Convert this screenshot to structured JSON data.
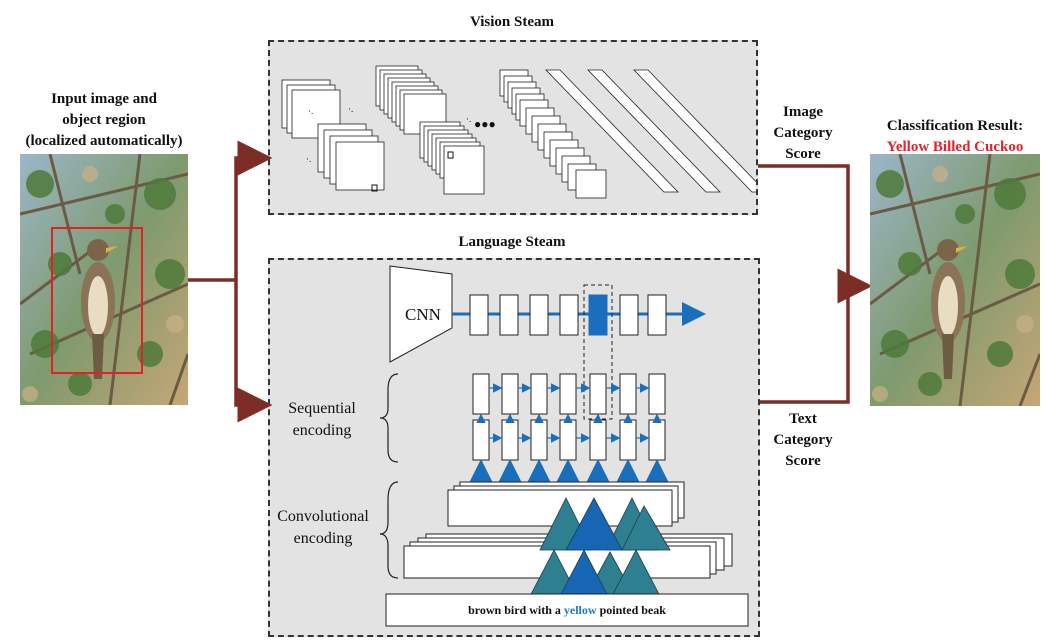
{
  "input": {
    "title_lines": [
      "Input image and",
      "object  region",
      "(localized automatically)"
    ]
  },
  "vision": {
    "title": "Vision Steam",
    "ellipsis": "●●●"
  },
  "language": {
    "title": "Language Steam",
    "cnn_label": "CNN",
    "sequential_lines": [
      "Sequential",
      "encoding"
    ],
    "convolutional_lines": [
      "Convolutional",
      "encoding"
    ],
    "caption_pre": "brown bird with a ",
    "caption_highlight": "yellow",
    "caption_post": " pointed beak"
  },
  "image_score": {
    "lines": [
      "Image",
      "Category",
      "Score"
    ]
  },
  "text_score": {
    "lines": [
      "Text",
      "Category",
      "Score"
    ]
  },
  "result": {
    "label": "Classification Result:",
    "value": "Yellow Billed Cuckoo"
  },
  "colors": {
    "arrow": "#7b2d26",
    "seq_blue": "#1a6fbd",
    "triangle_teal": "#2e7f8f",
    "triangle_blue": "#1766b3",
    "result_red": "#e8202a",
    "highlight_blue": "#1a7cc1",
    "box_bg": "#e3e3e3"
  }
}
